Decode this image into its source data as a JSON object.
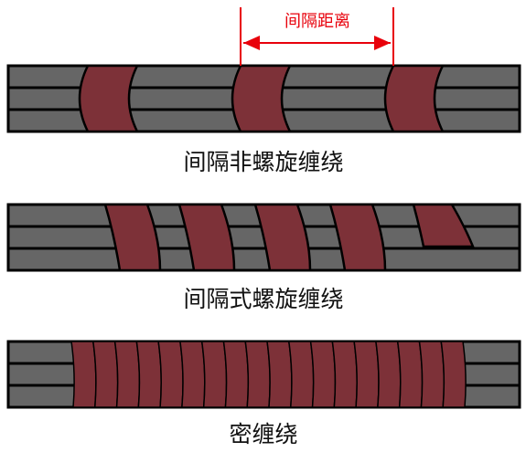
{
  "colors": {
    "cable": "#666666",
    "outline": "#000000",
    "tape": "#7d3138",
    "dimension": "#e8000b"
  },
  "dimension": {
    "label": "间隔距离"
  },
  "panels": [
    {
      "caption": "间隔非螺旋缠绕",
      "style": "spaced-bands",
      "band_count": 3
    },
    {
      "caption": "间隔式螺旋缠绕",
      "style": "spaced-helix",
      "band_count": 5
    },
    {
      "caption": "密缠绕",
      "style": "dense",
      "band_count": 18
    }
  ]
}
